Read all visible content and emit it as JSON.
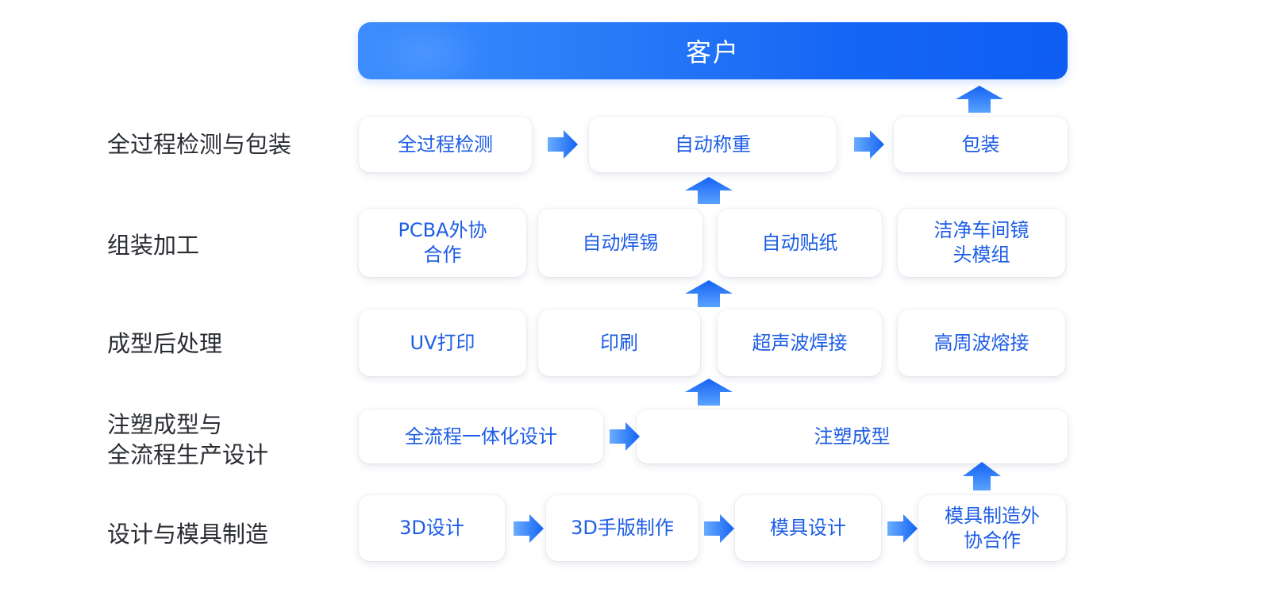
{
  "customer": {
    "label": "客户"
  },
  "rows": [
    {
      "label": "全过程检测与包装",
      "nodes": [
        "全过程检测",
        "自动称重",
        "包装"
      ]
    },
    {
      "label": "组装加工",
      "nodes": [
        "PCBA外协\n合作",
        "自动焊锡",
        "自动贴纸",
        "洁净车间镜\n头模组"
      ]
    },
    {
      "label": "成型后处理",
      "nodes": [
        "UV打印",
        "印刷",
        "超声波焊接",
        "高周波熔接"
      ]
    },
    {
      "label": "注塑成型与\n全流程生产设计",
      "nodes": [
        "全流程一体化设计",
        "注塑成型"
      ]
    },
    {
      "label": "设计与模具制造",
      "nodes": [
        "3D设计",
        "3D手版制作",
        "模具设计",
        "模具制造外\n协合作"
      ]
    }
  ],
  "colors": {
    "primary": "#1765f5",
    "node_text": "#1d5de6",
    "label_text": "#2a2d33",
    "arrow_light": "#5aa2ff",
    "arrow_dark": "#1463f3"
  }
}
